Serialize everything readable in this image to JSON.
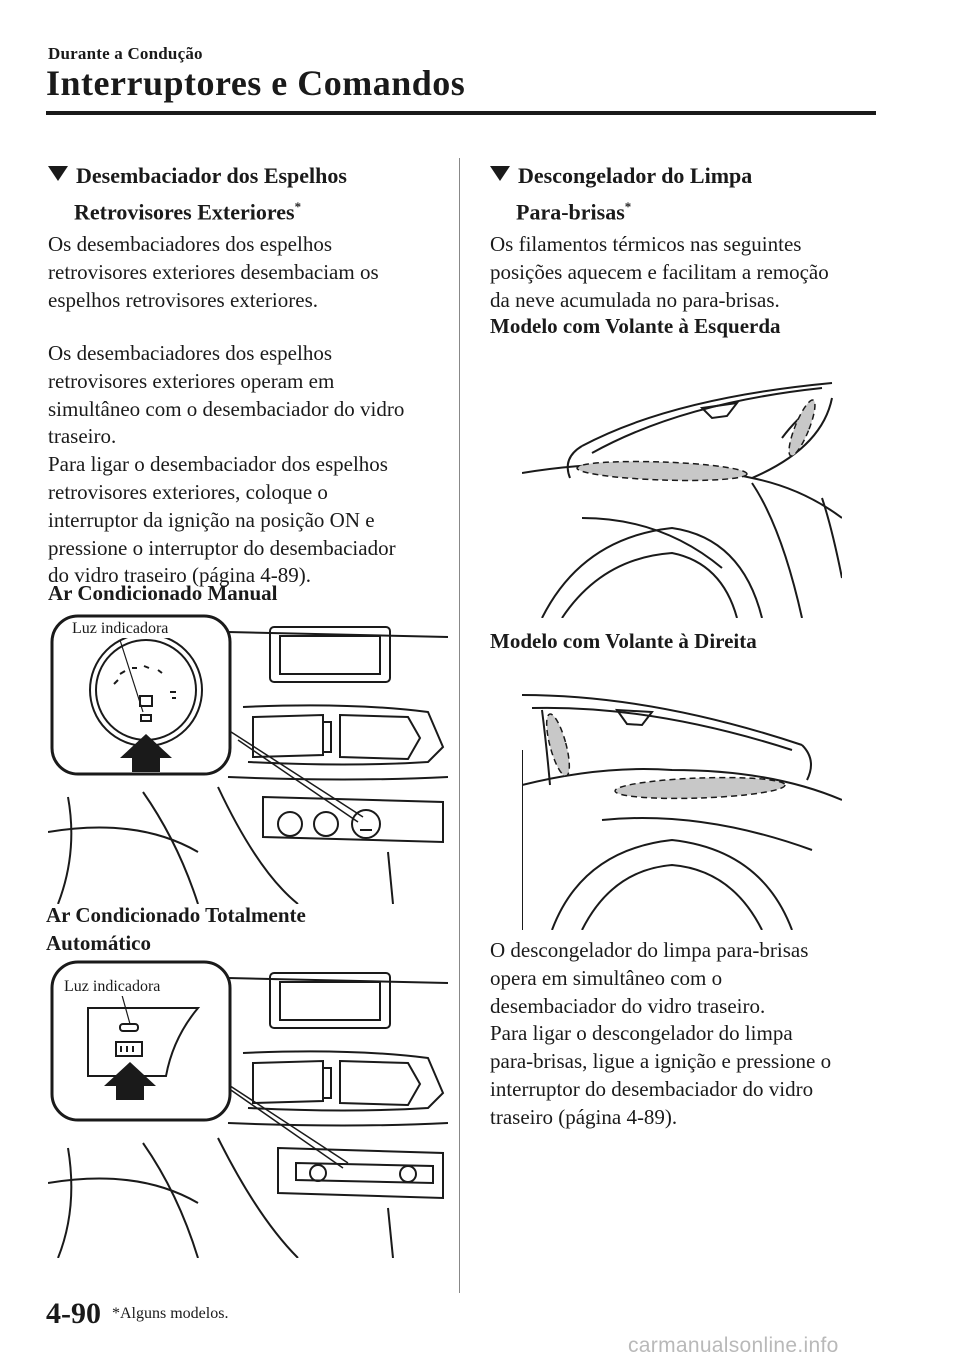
{
  "header": {
    "section": "Durante a Condução",
    "title": "Interruptores e Comandos"
  },
  "left": {
    "heading_line1": "Desembaciador dos Espelhos",
    "heading_line2": "Retrovisores Exteriores",
    "heading_star": "*",
    "para1": [
      "Os desembaciadores dos espelhos",
      "retrovisores exteriores desembaciam os",
      "espelhos retrovisores exteriores."
    ],
    "para2": [
      "Os desembaciadores dos espelhos",
      "retrovisores exteriores operam em",
      "simultâneo com o desembaciador do vidro",
      "traseiro.",
      "Para ligar o desembaciador dos espelhos",
      "retrovisores exteriores, coloque o",
      "interruptor da ignição na posição ON e",
      "pressione o interruptor do desembaciador",
      "do vidro traseiro (página 4-89)."
    ],
    "manual_ac_label": "Ar Condicionado Manual",
    "manual_ac_callout": "Luz indicadora",
    "auto_ac_label_line1": "Ar Condicionado Totalmente",
    "auto_ac_label_line2": "Automático",
    "auto_ac_callout": "Luz indicadora"
  },
  "right": {
    "heading_line1": "Descongelador do Limpa",
    "heading_line2": "Para-brisas",
    "heading_star": "*",
    "para1": [
      "Os filamentos térmicos nas seguintes",
      "posições aquecem e facilitam a remoção",
      "da neve acumulada no para-brisas."
    ],
    "lhd_label": "Modelo com Volante à Esquerda",
    "rhd_label": "Modelo com Volante à Direita",
    "para2": [
      "O descongelador do limpa para-brisas",
      "opera em simultâneo com o",
      "desembaciador do vidro traseiro.",
      "Para ligar o descongelador do limpa",
      "para-brisas, ligue a ignição e pressione o",
      "interruptor do desembaciador do vidro",
      "traseiro (página 4-89)."
    ]
  },
  "footer": {
    "page_number": "4-90",
    "footnote": "*Alguns modelos.",
    "watermark": "carmanualsonline.info"
  }
}
